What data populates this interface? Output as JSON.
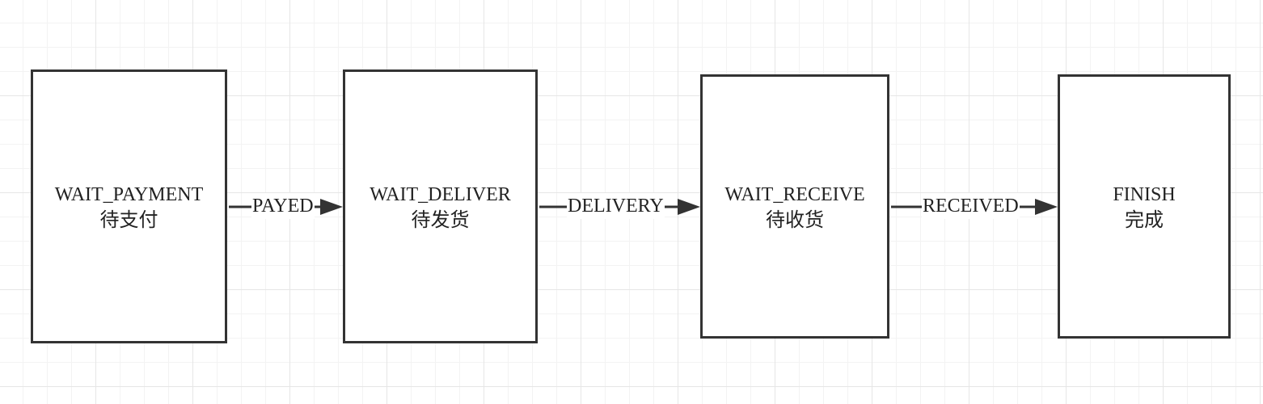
{
  "states": [
    {
      "name": "WAIT_PAYMENT",
      "label": "待支付"
    },
    {
      "name": "WAIT_DELIVER",
      "label": "待发货"
    },
    {
      "name": "WAIT_RECEIVE",
      "label": "待收货"
    },
    {
      "name": "FINISH",
      "label": "完成"
    }
  ],
  "transitions": [
    {
      "label": "PAYED",
      "from": "WAIT_PAYMENT",
      "to": "WAIT_DELIVER"
    },
    {
      "label": "DELIVERY",
      "from": "WAIT_DELIVER",
      "to": "WAIT_RECEIVE"
    },
    {
      "label": "RECEIVED",
      "from": "WAIT_RECEIVE",
      "to": "FINISH"
    }
  ],
  "colors": {
    "stroke": "#333333",
    "text": "#222222",
    "grid": "#e6e6e6",
    "background": "#ffffff"
  }
}
